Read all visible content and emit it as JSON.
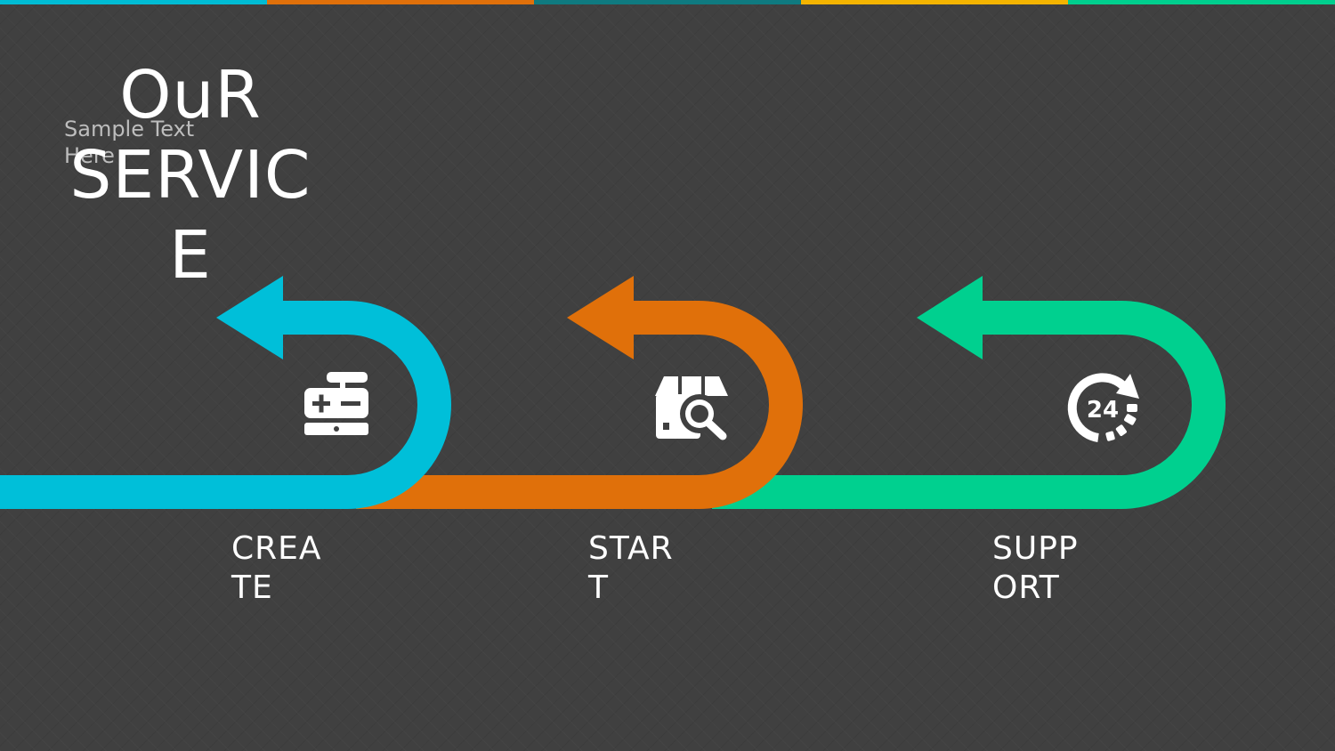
{
  "slide": {
    "title_line1": "OuR",
    "title_line2": "SERVIC",
    "title_line3": "E",
    "subtitle_line1": "Sample Text",
    "subtitle_line2": "Here"
  },
  "top_bar_colors": [
    "#00bcd4",
    "#e0700a",
    "#0f7a80",
    "#f4b400",
    "#00cf8e"
  ],
  "steps": [
    {
      "label_line1": "CREA",
      "label_line2": "TE",
      "color": "#00bfd9",
      "icon": "cash-register-icon"
    },
    {
      "label_line1": "STAR",
      "label_line2": "T",
      "color": "#e0700a",
      "icon": "store-search-icon"
    },
    {
      "label_line1": "SUPP",
      "label_line2": "ORT",
      "color": "#00d08f",
      "icon": "24-hour-support-icon"
    }
  ]
}
